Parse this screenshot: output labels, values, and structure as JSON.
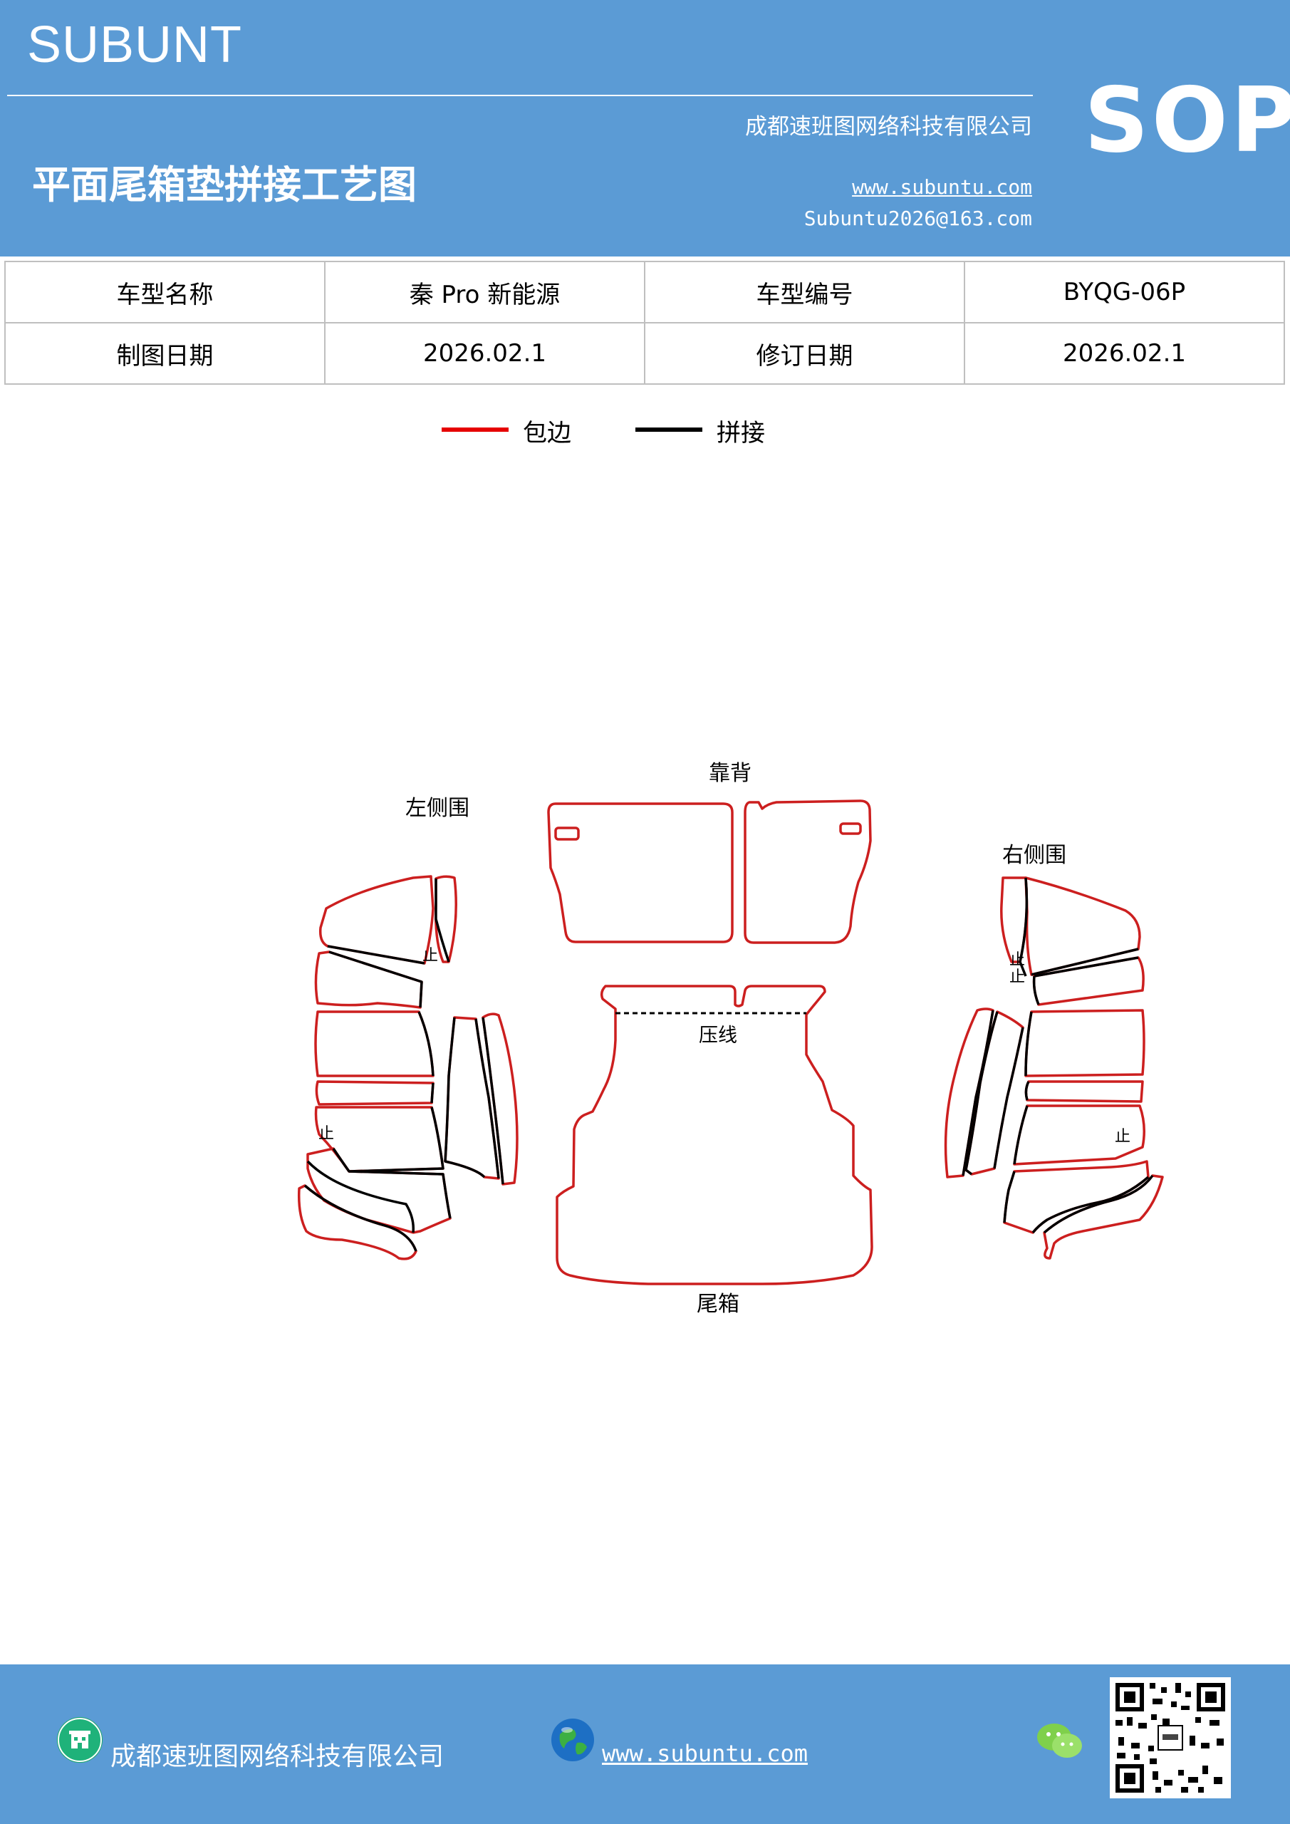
{
  "header": {
    "brand": "SUBUNT",
    "title": "平面尾箱垫拼接工艺图",
    "company": "成都速班图网络科技有限公司",
    "website": "www.subuntu.com",
    "email": "Subuntu2026@163.com",
    "badge": "SOP"
  },
  "info_table": {
    "rows": [
      [
        "车型名称",
        "秦 Pro 新能源",
        "车型编号",
        "BYQG-06P"
      ],
      [
        "制图日期",
        "2026.02.1",
        "修订日期",
        "2026.02.1"
      ]
    ]
  },
  "legend": {
    "items": [
      {
        "label": "包边",
        "color": "#e60000"
      },
      {
        "label": "拼接",
        "color": "#000000"
      }
    ]
  },
  "diagram": {
    "labels": {
      "backrest": "靠背",
      "left_side": "左侧围",
      "right_side": "右侧围",
      "press_line": "压线",
      "trunk": "尾箱",
      "stop": "止"
    },
    "colors": {
      "edge": "#cc1f1f",
      "seam": "#000000"
    }
  },
  "footer": {
    "company": "成都速班图网络科技有限公司",
    "website": "www.subuntu.com"
  },
  "colors": {
    "brand_blue": "#5b9bd5"
  }
}
